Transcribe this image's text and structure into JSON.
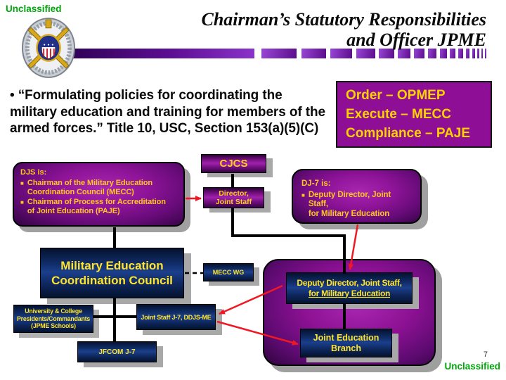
{
  "slide": {
    "classification_top": "Unclassified",
    "classification_bottom": "Unclassified",
    "page_number": "7",
    "title_line1": "Chairman’s Statutory Responsibilities",
    "title_line2": "and Officer JPME",
    "bullet_text": "•  “Formulating policies for coordinating the military education and training for members of the armed forces.”  Title 10, USC, Section 153(a)(5)(C)"
  },
  "order_box": {
    "lines": [
      "Order – OPMEP",
      "Execute – MECC",
      "Compliance – PAJE"
    ]
  },
  "djs_box": {
    "title": "DJS is:",
    "bullet_glyph": "■",
    "items": [
      "Chairman of the Military Education\nCoordination Council (MECC)",
      "Chairman of Process for Accreditation\nof Joint Education (PAJE)"
    ]
  },
  "dj7_box": {
    "title": "DJ-7 is:",
    "bullet_glyph": "■",
    "items": [
      "Deputy Director, Joint Staff,\nfor Military Education"
    ]
  },
  "org_chart": {
    "cjcs": "CJCS",
    "director_joint_staff": "Director,\nJoint Staff",
    "mecc": "Military Education\nCoordination Council",
    "mecc_wg": "MECC WG",
    "deputy_director_line1": "Deputy Director, Joint Staff,",
    "deputy_director_line2": "for Military Education",
    "joint_education_branch": "Joint Education\nBranch",
    "university": "University & College\nPresidents/Commandants\n(JPME Schools)",
    "joint_staff_j7": "Joint Staff J-7, DDJS-ME",
    "jfcom_j7": "JFCOM J-7"
  },
  "icons": {
    "logo": "joint-chiefs-of-staff-seal"
  },
  "colors": {
    "classification_green": "#00A60C",
    "accent_purple_dark": "#2f0256",
    "accent_purple_light": "#9746d6",
    "order_box_purple": "#8E0E96",
    "callout_purple_center": "#a826b0",
    "navy_box": "#1b3f8c",
    "box_text_yellow": "#FFD21C",
    "arrow_red": "#F01823",
    "connector_black": "#000000",
    "shadow_gray": "#a8a8a8"
  }
}
